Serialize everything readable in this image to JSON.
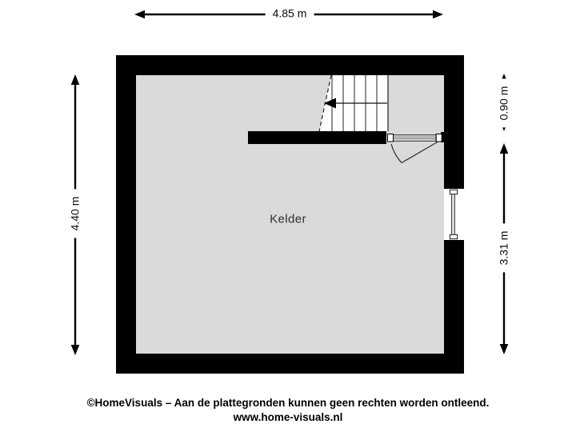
{
  "plan": {
    "room_label": "Kelder",
    "dimensions": {
      "width_top": "4.85 m",
      "height_left": "4.40 m",
      "right_upper": "0.90 m",
      "right_lower": "3.31 m"
    },
    "features": [
      "stairs",
      "door-swing",
      "window"
    ]
  },
  "footer": {
    "copyright_line": "©HomeVisuals – Aan de plattegronden kunnen geen rechten worden ontleend.",
    "website": "www.home-visuals.nl"
  },
  "colors": {
    "wall": "#000000",
    "floor": "#d9dada",
    "line": "#222222",
    "background": "#ffffff"
  }
}
